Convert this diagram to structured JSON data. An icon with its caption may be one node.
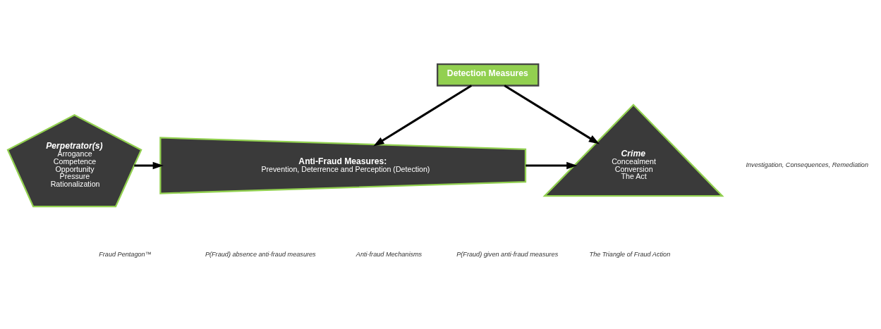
{
  "diagram": {
    "nodes": [
      {
        "text": [
          "Detection Measures"
        ]
      },
      {
        "text": [
          "Perpetrator(s)",
          "Arrogance",
          "Competence",
          "Opportunity",
          "Pressure",
          "Rationalization"
        ]
      },
      {
        "text": [
          "Anti-Fraud Measures:",
          "Prevention, Deterrence and Perception (Detection)"
        ]
      },
      {
        "text": [
          "Crime",
          "Concealment",
          "Conversion",
          "The Act"
        ]
      }
    ],
    "edges": [
      {
        "from": 0,
        "to": 2,
        "arrow": "to"
      },
      {
        "from": 0,
        "to": 3,
        "arrow": "to"
      },
      {
        "from": 1,
        "to": 2,
        "arrow": "to"
      },
      {
        "from": 2,
        "to": 3,
        "arrow": "to"
      }
    ],
    "labels": [
      "Investigation, Consequences, Remediation",
      "Fraud Pentagon™",
      "P(Fraud) absence anti-fraud measures",
      "Anti-fraud Mechanisms",
      "P(Fraud) given anti-fraud measures",
      "The Triangle of Fraud Action"
    ]
  }
}
